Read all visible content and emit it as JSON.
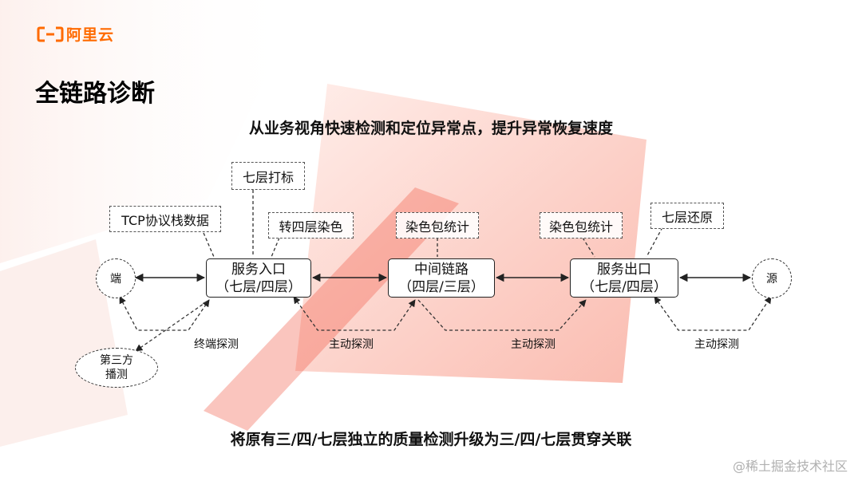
{
  "brand": {
    "name": "阿里云",
    "color": "#ff6a00"
  },
  "title": "全链路诊断",
  "subtitle": "从业务视角快速检测和定位异常点，提升异常恢复速度",
  "nodes": {
    "end": "端",
    "entry": {
      "line1": "服务入口",
      "line2": "（七层/四层）"
    },
    "middle": {
      "line1": "中间链路",
      "line2": "（四层/三层）"
    },
    "exit": {
      "line1": "服务出口",
      "line2": "（七层/四层）"
    },
    "source": "源",
    "third_party": {
      "line1": "第三方",
      "line2": "播测"
    }
  },
  "annotations": {
    "tcp": "TCP协议栈数据",
    "l7_mark": "七层打标",
    "l4_color": "转四层染色",
    "color_stats_1": "染色包统计",
    "color_stats_2": "染色包统计",
    "l7_restore": "七层还原"
  },
  "edge_labels": {
    "terminal_probe": "终端探测",
    "active_probe_1": "主动探测",
    "active_probe_2": "主动探测",
    "active_probe_3": "主动探测"
  },
  "bottom_text": "将原有三/四/七层独立的质量检测升级为三/四/七层贯穿关联",
  "watermark": "@稀土掘金技术社区",
  "colors": {
    "accent": "#ff6a00",
    "decor": "#f87a6a"
  },
  "icons": [
    "aliyun-logo-icon"
  ]
}
